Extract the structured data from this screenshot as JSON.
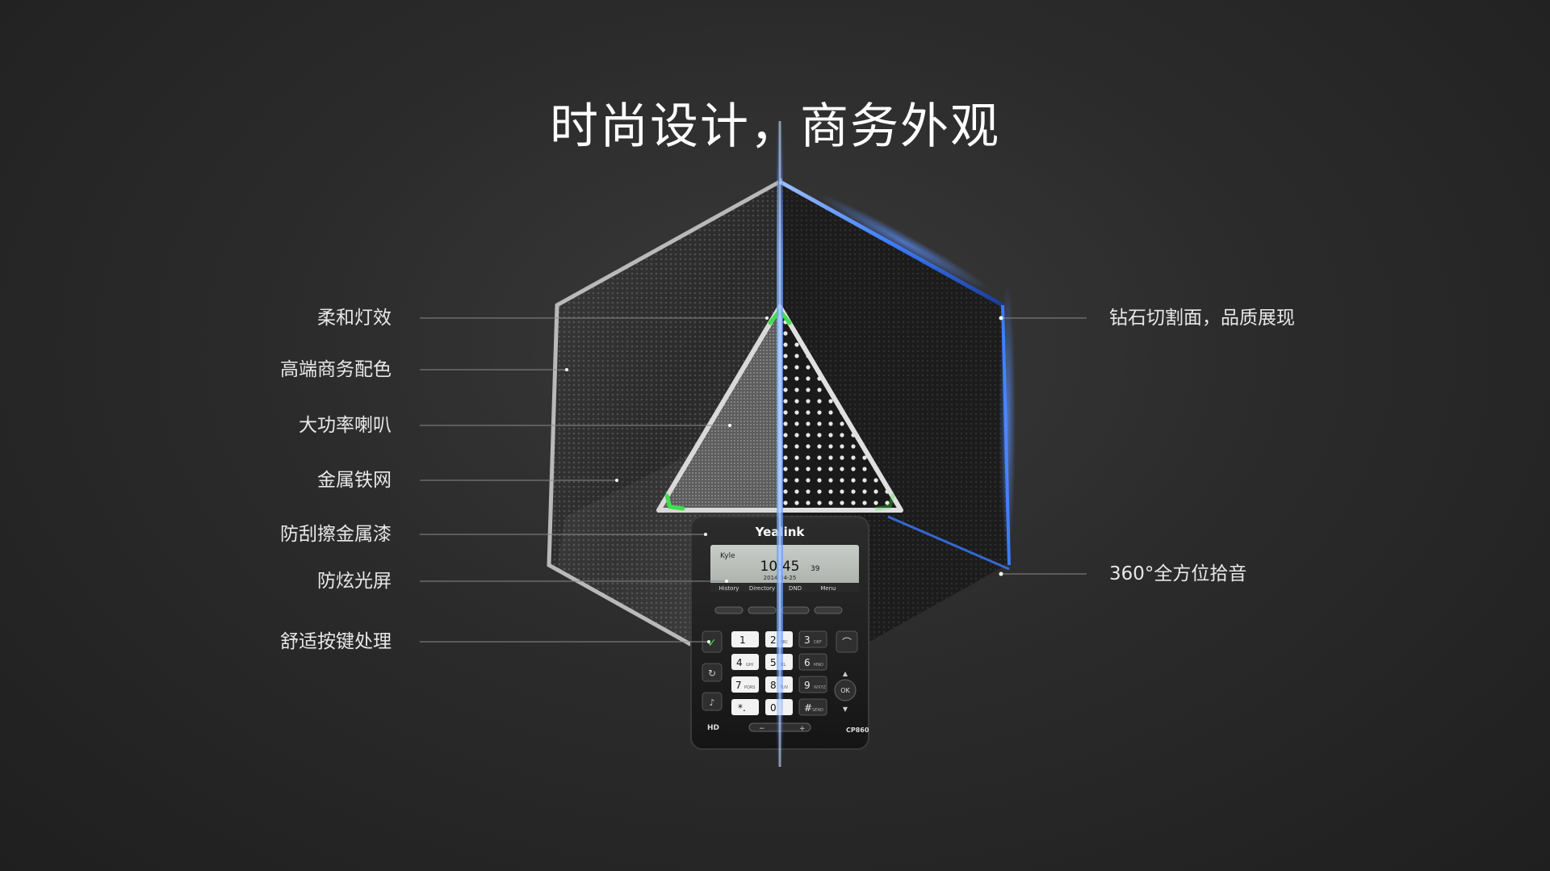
{
  "title": "时尚设计，商务外观",
  "left_labels": [
    "柔和灯效",
    "高端商务配色",
    "大功率喇叭",
    "金属铁网",
    "防刮擦金属漆",
    "防炫光屏",
    "舒适按键处理"
  ],
  "right_labels": [
    "钻石切割面，品质展现",
    "360°全方位拾音"
  ],
  "device": {
    "brand": "Yealink",
    "model": "CP860",
    "hd_mark": "HD",
    "screen_user": "Kyle",
    "screen_time": "10:45",
    "screen_seconds": "39",
    "screen_date": "2014-04-25",
    "softkeys": [
      "History",
      "Directory",
      "DND",
      "Menu"
    ],
    "keys": [
      "1",
      "2",
      "3",
      "4",
      "5",
      "6",
      "7",
      "8",
      "9",
      "*.",
      "0",
      "#"
    ],
    "key_letters": [
      "",
      "ABC",
      "DEF",
      "GHI",
      "JKL",
      "MNO",
      "PQRS",
      "TUV",
      "WXYZ",
      "",
      "",
      "SEND"
    ],
    "ok_label": "OK",
    "volume_minus": "−",
    "volume_plus": "+"
  },
  "colors": {
    "accent_blue": "#3a7bff",
    "led_green": "#3ee04a",
    "line_gray": "#8a8a8a"
  }
}
